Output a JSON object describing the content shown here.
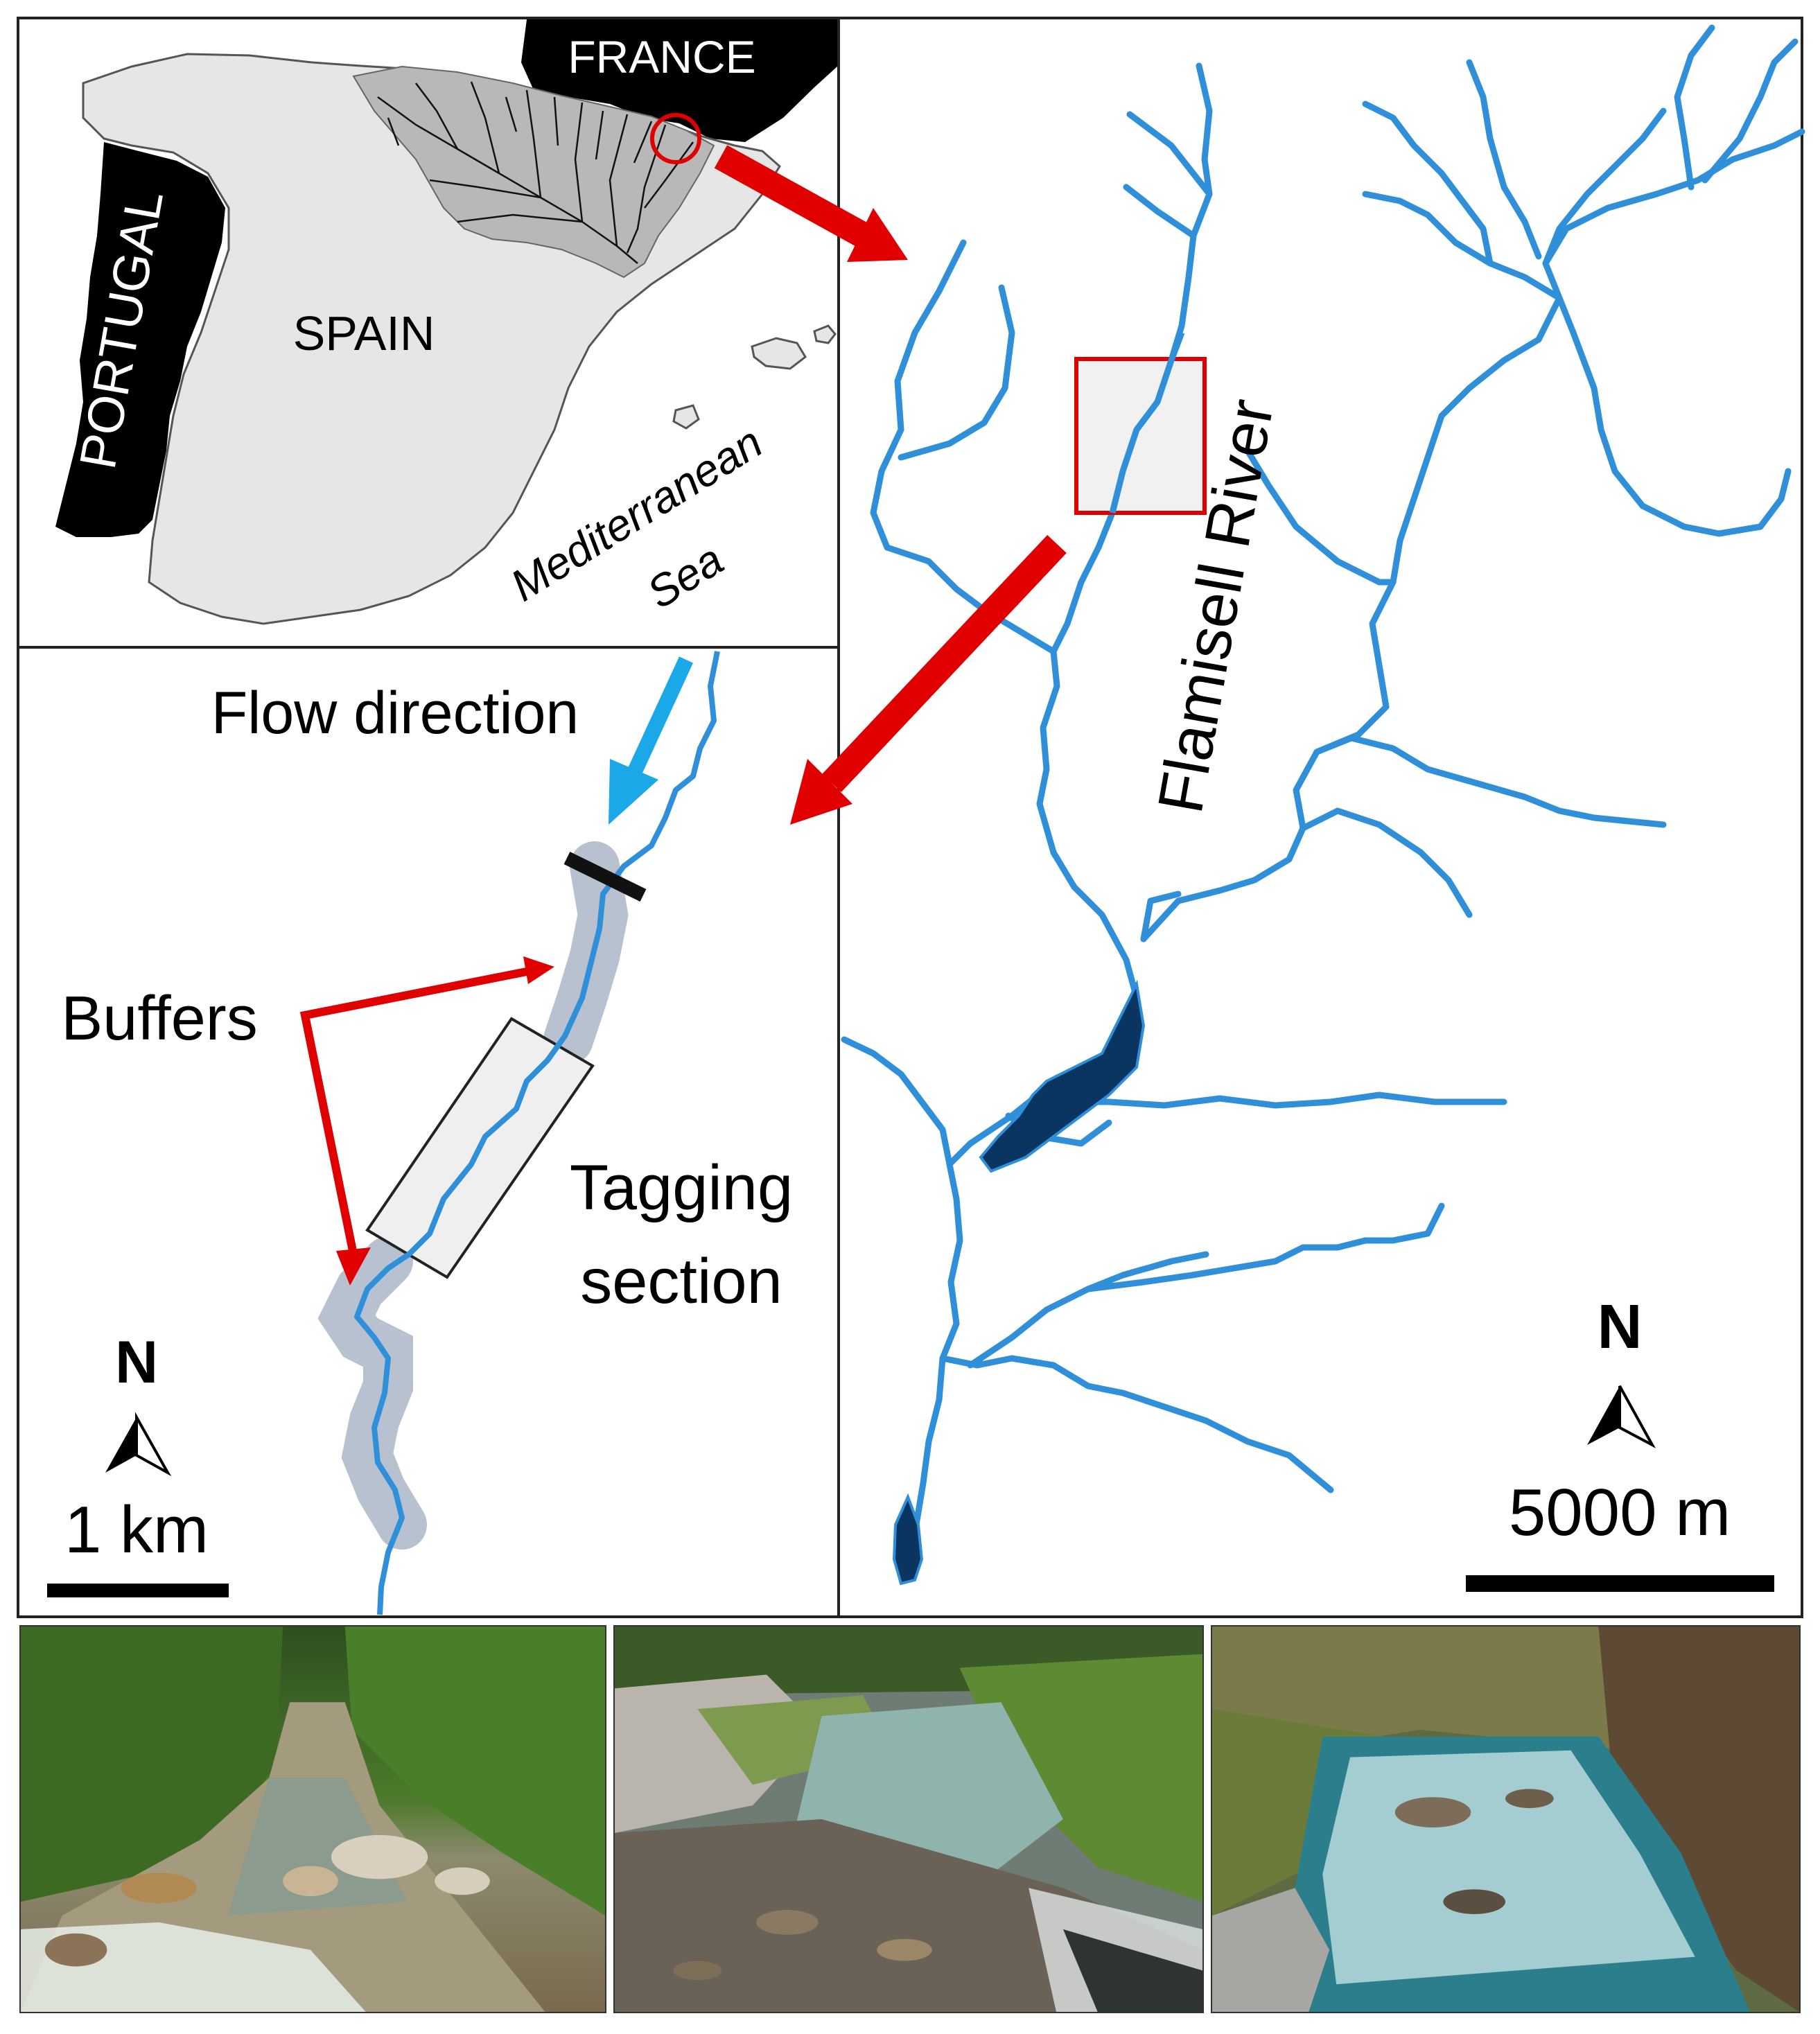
{
  "overview_map": {
    "countries": [
      "FRANCE",
      "PORTUGAL",
      "SPAIN"
    ],
    "sea": [
      "Mediterranean",
      "Sea"
    ]
  },
  "river_map": {
    "river_name": "Flamisell River",
    "north_label": "N",
    "scale_label": "5000 m"
  },
  "detail_map": {
    "flow_label": "Flow direction",
    "buffers_label": "Buffers",
    "tagging_label": [
      "Tagging",
      "section"
    ],
    "north_label": "N",
    "scale_label": "1 km"
  },
  "photos": [
    "river-photo-1",
    "river-photo-2",
    "river-photo-3"
  ],
  "colors": {
    "river": "#2f8fd8",
    "arrow": "#e00000",
    "flow_arrow": "#1aa8e8",
    "reservoir": "#0a3560",
    "country_fill": "#000000",
    "spain_fill": "#e6e6e6",
    "basin_fill": "#b8b8b8"
  }
}
